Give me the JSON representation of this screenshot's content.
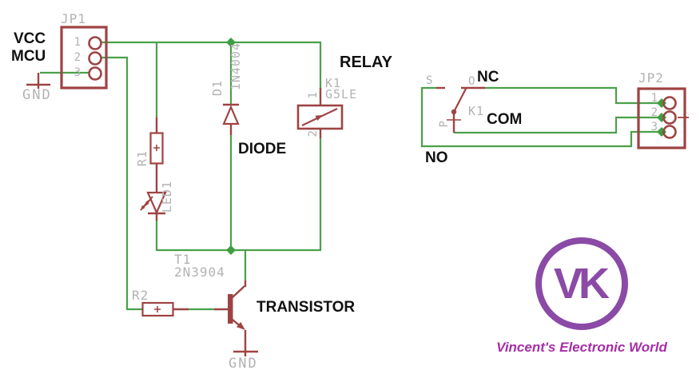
{
  "jp1": {
    "ref": "JP1",
    "pin1": "1",
    "pin2": "2",
    "pin3": "3",
    "net_vcc": "VCC",
    "net_mcu": "MCU",
    "net_gnd": "GND"
  },
  "r1": {
    "ref": "R1"
  },
  "led1": {
    "ref": "LED1"
  },
  "d1": {
    "ref": "D1",
    "value": "1N4004",
    "annotation": "DIODE"
  },
  "relay": {
    "ref": "K1",
    "value": "G5LE",
    "annotation": "RELAY",
    "pin1": "1",
    "pin2": "2"
  },
  "t1": {
    "ref": "T1",
    "value": "2N3904",
    "annotation": "TRANSISTOR",
    "net_gnd": "GND"
  },
  "r2": {
    "ref": "R2"
  },
  "contacts": {
    "ref": "K1",
    "pin_s": "S",
    "pin_o": "O",
    "pin_p": "P",
    "net_nc": "NC",
    "net_com": "COM",
    "net_no": "NO"
  },
  "jp2": {
    "ref": "JP2",
    "pin1": "1",
    "pin2": "2",
    "pin3": "3"
  },
  "logo": {
    "monogram": "VK",
    "tagline": "Vincent's Electronic World"
  },
  "colors": {
    "wire_green": "#4aa04a",
    "junction_green": "#3f9e3f",
    "symbol_red": "#9e4343",
    "ref_gray": "#b2b2b2",
    "net_black": "#111111",
    "logo_purple": "#8b4aa6",
    "logo_text_purple": "#a62fa6"
  }
}
